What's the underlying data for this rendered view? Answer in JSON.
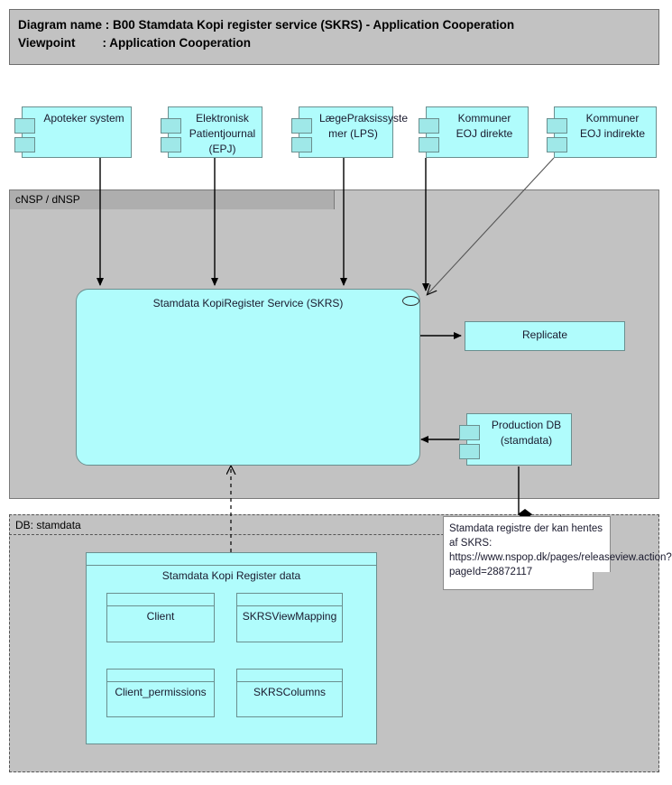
{
  "header": {
    "line1": "Diagram name : B00 Stamdata Kopi register service (SKRS) - Application Cooperation",
    "line2": "Viewpoint        : Application Cooperation"
  },
  "groups": {
    "nsp": {
      "label": "cNSP / dNSP"
    },
    "db": {
      "label": "DB: stamdata"
    }
  },
  "top_components": [
    {
      "label": "Apoteker system"
    },
    {
      "label": "Elektronisk Patientjournal (EPJ)"
    },
    {
      "label": "LægePraksissyste mer (LPS)"
    },
    {
      "label": "Kommuner EOJ direkte"
    },
    {
      "label": "Kommuner EOJ indirekte"
    }
  ],
  "service": {
    "label": "Stamdata KopiRegister Service (SKRS)",
    "interface_icon": "application-service-oval-icon"
  },
  "replicate": {
    "label": "Replicate",
    "interface_icon": "provided-interface-lollipop-icon"
  },
  "production_db": {
    "label": "Production DB (stamdata)"
  },
  "data_container": {
    "label": "Stamdata Kopi Register data"
  },
  "entities": [
    {
      "label": "Client"
    },
    {
      "label": "SKRSViewMapping"
    },
    {
      "label": "Client_permissions"
    },
    {
      "label": "SKRSColumns"
    }
  ],
  "note": {
    "text": "Stamdata registre der kan hentes af SKRS: https://www.nspop.dk/pages/releaseview.action?pageId=28872117"
  },
  "colors": {
    "component_fill": "#b0fcfc",
    "component_stroke": "#6a8f8f",
    "group_fill": "#c2c2c2",
    "group_tab_fill": "#aeaeae",
    "note_fill": "#ffffff",
    "connector": "#000000"
  }
}
